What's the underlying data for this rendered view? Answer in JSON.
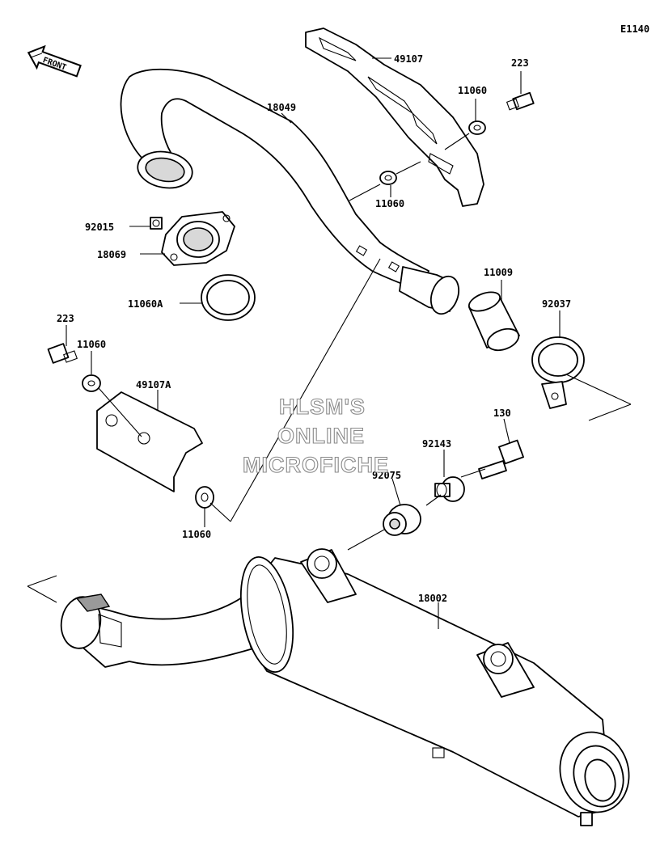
{
  "diagram": {
    "code": "E1140",
    "front_label": "FRONT",
    "watermark": [
      "HLSM'S",
      "ONLINE",
      "MICROFICHE"
    ],
    "callouts": {
      "p49107": "49107",
      "p223_top": "223",
      "p11060_upper": "11060",
      "p18049": "18049",
      "p11060_mid": "11060",
      "p92015": "92015",
      "p18069": "18069",
      "p11060A": "11060A",
      "p11009": "11009",
      "p92037": "92037",
      "p223_left": "223",
      "p11060_left": "11060",
      "p49107A": "49107A",
      "p130": "130",
      "p92143": "92143",
      "p92075": "92075",
      "p11060_bottom": "11060",
      "p18002": "18002"
    }
  }
}
